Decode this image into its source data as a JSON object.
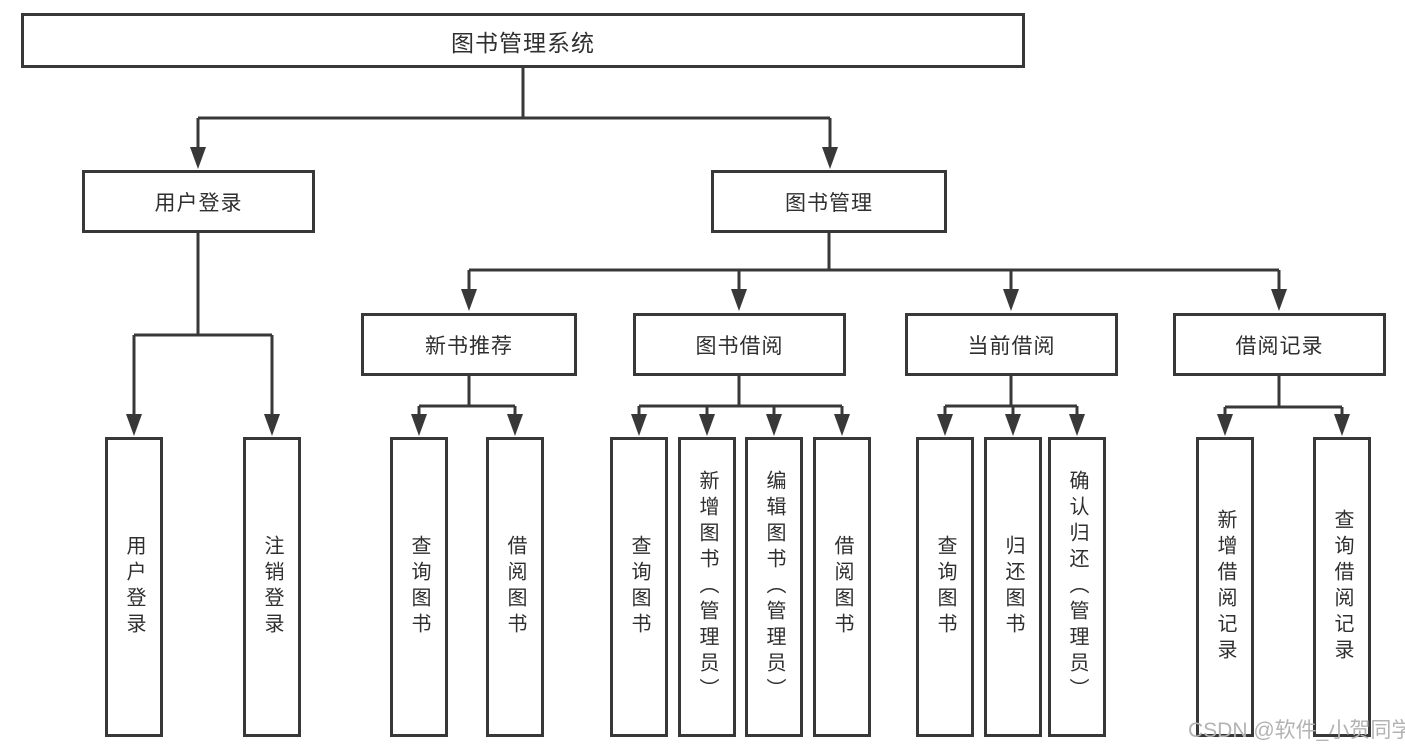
{
  "diagram": {
    "root": "图书管理系统",
    "login_branch": {
      "label": "用户登录",
      "children": [
        "用户登录",
        "注销登录"
      ]
    },
    "mgmt_branch": {
      "label": "图书管理",
      "sections": [
        {
          "label": "新书推荐",
          "children": [
            "查询图书",
            "借阅图书"
          ]
        },
        {
          "label": "图书借阅",
          "children": [
            "查询图书",
            "新增图书（管理员）",
            "编辑图书（管理员）",
            "借阅图书"
          ]
        },
        {
          "label": "当前借阅",
          "children": [
            "查询图书",
            "归还图书",
            "确认归还（管理员）"
          ]
        },
        {
          "label": "借阅记录",
          "children": [
            "新增借阅记录",
            "查询借阅记录"
          ]
        }
      ]
    }
  },
  "watermark": "CSDN @软件_小贺同学",
  "colors": {
    "line": "#383838",
    "text": "#2f2f2f",
    "watermark": "#b3b3b3",
    "background": "#ffffff"
  }
}
